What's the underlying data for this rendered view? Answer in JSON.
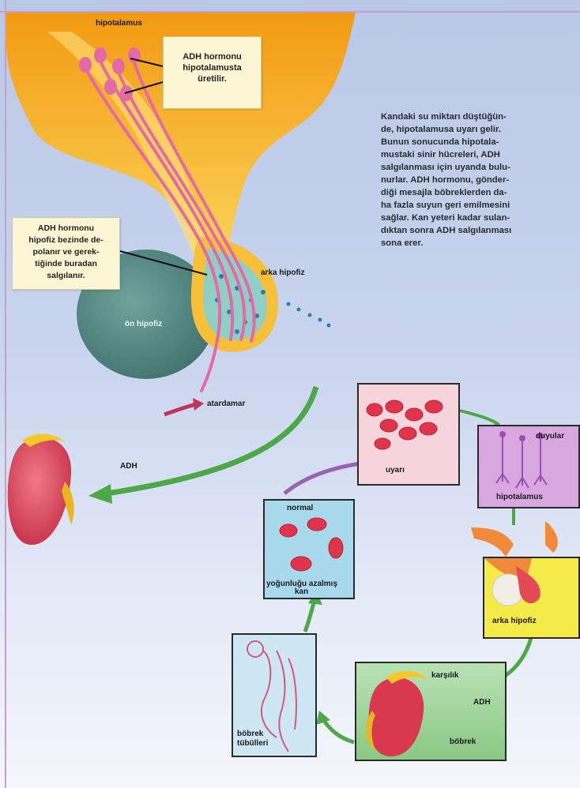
{
  "hypothalamus_label": "hipotalamus",
  "callout_top": [
    "ADH hormonu",
    "hipotalamusta",
    "üretilir."
  ],
  "callout_left": [
    "ADH hormonu",
    "hipofiz bezinde de-",
    "polanır ve gerek-",
    "tiğinde buradan",
    "salgılanır."
  ],
  "paragraph_lines": [
    "Kandaki su miktarı düştüğün-",
    "de, hipotalamusa uyarı gelir.",
    "Bunun sonucunda hipotala-",
    "mustaki sinir hücreleri, ADH",
    "salgılanması için uyanda bulu-",
    "nurlar. ADH hormonu, gönder-",
    "diği mesajla böbreklerden da-",
    "ha fazla suyun geri emilmesini",
    "sağlar. Kan yeteri kadar sulan-",
    "dıktan sonra ADH salgılanması",
    "sona erer."
  ],
  "labels": {
    "posterior_pituitary": "arka hipofiz",
    "anterior_pituitary": "ön hipofiz",
    "artery": "atardamar",
    "adh_arrow": "ADH"
  },
  "panels": {
    "stimulus": {
      "label": "uyarı"
    },
    "sensors": {
      "label_top": "duyular",
      "label_bottom": "hipotalamus"
    },
    "posterior": {
      "label": "arka hipofiz"
    },
    "kidney": {
      "label_adrenal": "karşılık",
      "label_adh": "ADH",
      "label_kidney": "böbrek"
    },
    "tubules": {
      "label_line1": "böbrek",
      "label_line2": "tübülleri"
    },
    "normal": {
      "label_top": "normal",
      "label_bottom_1": "yoğunluğu azalmış",
      "label_bottom_2": "kan"
    }
  },
  "colors": {
    "hypothalamus_fill": "#f7b21f",
    "nerve_pink": "#e46aa6",
    "anterior_pituitary": "#5a8f8a",
    "arrow_green": "#4ea84a",
    "arrow_purple": "#9a62b0",
    "blood_red": "#e0344a",
    "kidney_red": "#d8394f"
  }
}
